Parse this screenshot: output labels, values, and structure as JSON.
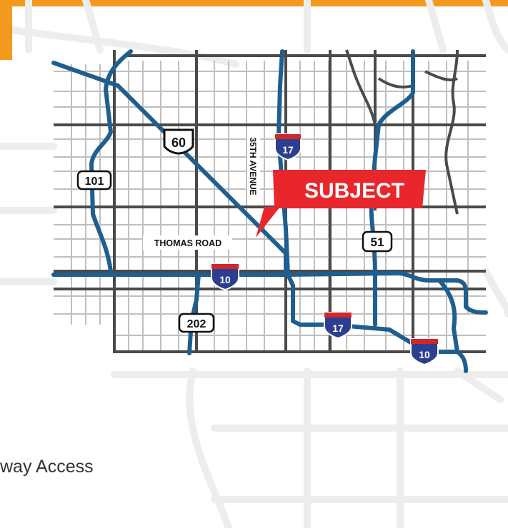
{
  "map": {
    "subject_label": "SUBJECT",
    "street_labels": {
      "thomas_road": "THOMAS ROAD",
      "35th_avenue": "35TH AVENUE"
    },
    "shields": {
      "us60": "60",
      "loop101": "101",
      "loop202": "202",
      "sr51": "51",
      "i17_north": "17",
      "i17_south": "17",
      "i10_west": "10",
      "i10_east": "10"
    },
    "colors": {
      "freeway": "#1f5f8f",
      "arterial": "#4a4a4a",
      "local": "#bdbdbd",
      "background_road": "#eeeeee",
      "subject_callout": "#e8262b",
      "interstate_red": "#d0272d",
      "interstate_blue": "#2c3e8f",
      "accent": "#f39a1e"
    }
  },
  "caption": "way Access"
}
